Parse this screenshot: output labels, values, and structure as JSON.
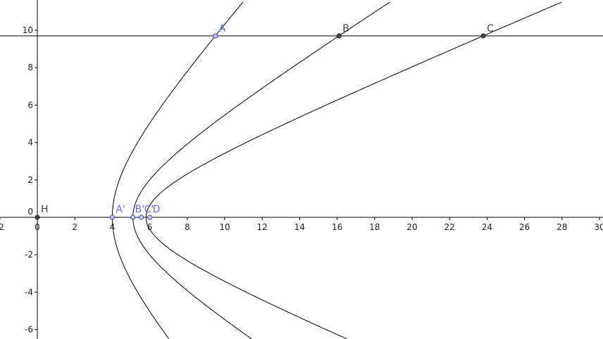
{
  "chart_data": {
    "type": "diagram",
    "xlim": [
      -2,
      30
    ],
    "ylim": [
      -6.5,
      11.5
    ],
    "x_ticks": [
      -2,
      0,
      2,
      4,
      6,
      8,
      10,
      12,
      14,
      16,
      18,
      20,
      22,
      24,
      26,
      28,
      30
    ],
    "x_tick_labels": [
      "-2",
      "0",
      "2",
      "4",
      "6",
      "8",
      "10",
      "12",
      "14",
      "16",
      "18",
      "20",
      "22",
      "24",
      "26",
      "28",
      "30"
    ],
    "y_ticks": [
      -6,
      -4,
      -2,
      2,
      4,
      6,
      8,
      10
    ],
    "y_tick_labels": [
      "-6",
      "-4",
      "-2",
      "2",
      "4",
      "6",
      "8",
      "10"
    ],
    "origin_label": "0",
    "grid": false,
    "horizontal_line_y": 9.7,
    "curves": [
      {
        "name": "A' curve",
        "vertex": 4.0,
        "y_point": 9.7,
        "x_at_point": 9.5
      },
      {
        "name": "B' curve",
        "vertex": 5.1,
        "y_point": 9.7,
        "x_at_point": 16.1
      },
      {
        "name": "C' curve",
        "vertex": 5.8,
        "y_point": 9.7,
        "x_at_point": 23.8
      }
    ],
    "points": [
      {
        "label": "A",
        "x": 9.5,
        "y": 9.7,
        "color": "#6666ff"
      },
      {
        "label": "B",
        "x": 16.1,
        "y": 9.7,
        "color": "#444444"
      },
      {
        "label": "C",
        "x": 23.8,
        "y": 9.7,
        "color": "#444444"
      },
      {
        "label": "H",
        "x": 0,
        "y": 0,
        "color": "#444444"
      },
      {
        "label": "A'",
        "x": 4.0,
        "y": 0,
        "color": "#6666ff"
      },
      {
        "label": "B'",
        "x": 5.1,
        "y": 0,
        "color": "#6666ff"
      },
      {
        "label": "C'",
        "x": 5.55,
        "y": 0,
        "color": "#6666ff"
      },
      {
        "label": "D",
        "x": 6.0,
        "y": 0,
        "color": "#6666ff"
      }
    ],
    "colors": {
      "axis": "#000000",
      "curve": "#000000",
      "point_fill": "#ccccff",
      "point_stroke": "#4444aa"
    }
  }
}
